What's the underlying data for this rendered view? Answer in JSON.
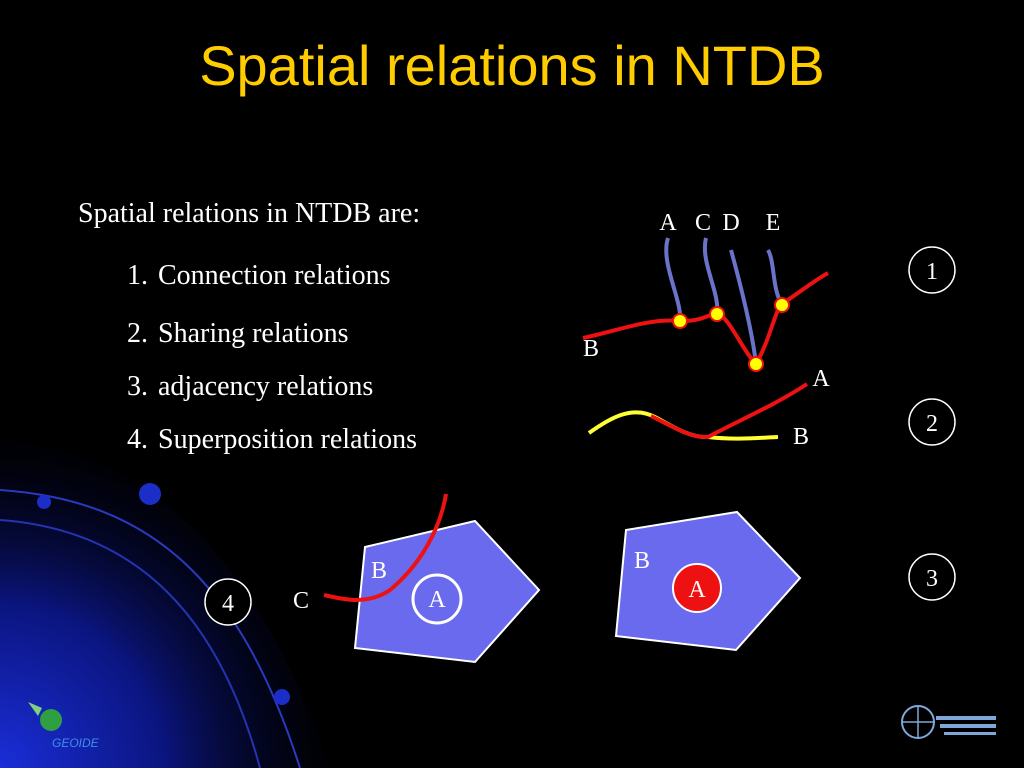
{
  "slide": {
    "title": "Spatial relations in NTDB",
    "intro": "Spatial relations in NTDB are:",
    "relations": [
      {
        "number": "1.",
        "label": "Connection relations"
      },
      {
        "number": "2.",
        "label": "Sharing relations"
      },
      {
        "number": "3.",
        "label": "adjacency relations"
      },
      {
        "number": "4.",
        "label": "Superposition relations"
      }
    ]
  },
  "diagram": {
    "connection": {
      "top_labels": [
        "A",
        "C",
        "D",
        "E"
      ],
      "line_label": "B",
      "badge": "1"
    },
    "sharing": {
      "label_a": "A",
      "label_b": "B",
      "badge": "2"
    },
    "adjacency": {
      "polygon_label": "B",
      "inner_label": "A",
      "badge": "3"
    },
    "superposition": {
      "polygon_label": "B",
      "inner_label": "A",
      "line_label": "C",
      "badge": "4"
    }
  },
  "colors": {
    "title": "#FFCC00",
    "text": "#FFFFFF",
    "red_line": "#EE1111",
    "yellow_line": "#FFFF33",
    "blue_gray_line": "#6A73C9",
    "polygon_fill": "#6A6AEE",
    "node_fill": "#FFFF00"
  },
  "footer": {
    "brand": "GEOIDE"
  }
}
